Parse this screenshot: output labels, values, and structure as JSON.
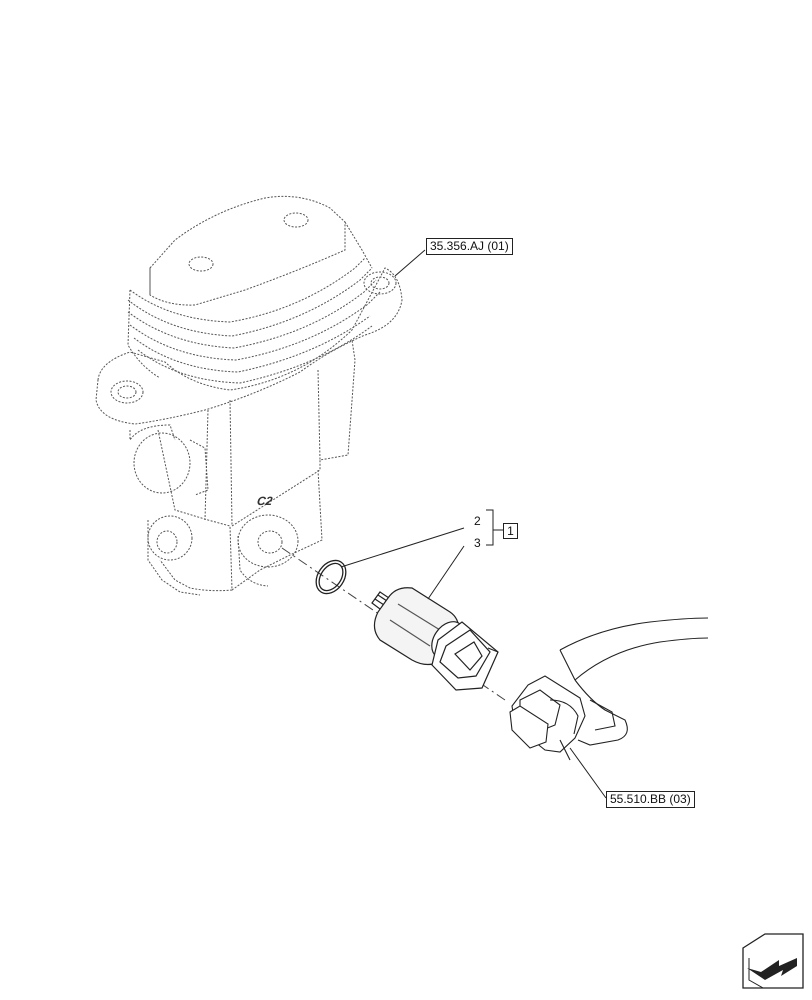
{
  "references": {
    "valve_ref": "35.356.AJ (01)",
    "harness_ref": "55.510.BB (03)"
  },
  "callouts": {
    "item_2": "2",
    "item_3": "3",
    "group_item": "1"
  },
  "port_label": "C2",
  "icons": {
    "navigation": "arrow-navigation-icon"
  },
  "colors": {
    "line": "#222222",
    "dashed": "#444444",
    "sensor_body": "#f4f4f4"
  }
}
